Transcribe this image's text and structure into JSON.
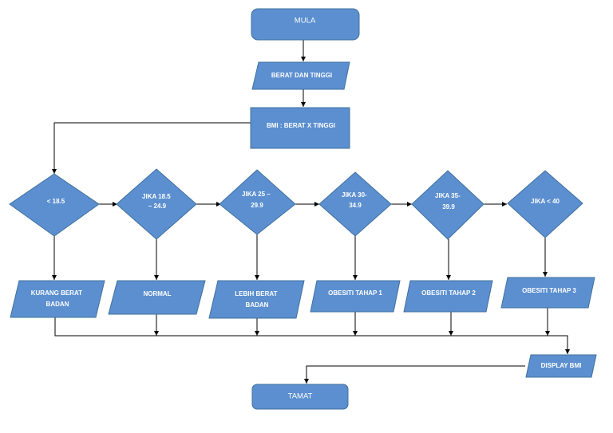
{
  "flowchart": {
    "start": "MULA",
    "input": "BERAT DAN TINGGI",
    "process": "BMI : BERAT X TINGGI",
    "decisions": [
      {
        "lines": [
          "< 18.5"
        ]
      },
      {
        "lines": [
          "JIKA 18.5",
          "– 24.9"
        ]
      },
      {
        "lines": [
          "JIKA 25 –",
          "29.9"
        ]
      },
      {
        "lines": [
          "JIKA 30-",
          "34.9"
        ]
      },
      {
        "lines": [
          "JIKA 35-",
          "39.9"
        ]
      },
      {
        "lines": [
          "JIKA < 40"
        ]
      }
    ],
    "outcomes": [
      {
        "lines": [
          "KURANG BERAT",
          "BADAN"
        ]
      },
      {
        "lines": [
          "NORMAL"
        ]
      },
      {
        "lines": [
          "LEBIH BERAT",
          "BADAN"
        ]
      },
      {
        "lines": [
          "OBESITI TAHAP 1"
        ]
      },
      {
        "lines": [
          "OBESITI TAHAP 2"
        ]
      },
      {
        "lines": [
          "OBESITI TAHAP 3"
        ]
      }
    ],
    "display": "DISPLAY BMI",
    "end": "TAMAT",
    "colors": {
      "fill": "#5b8fd0",
      "stroke": "#41719c",
      "text": "#ffffff",
      "edge": "#000000"
    }
  }
}
